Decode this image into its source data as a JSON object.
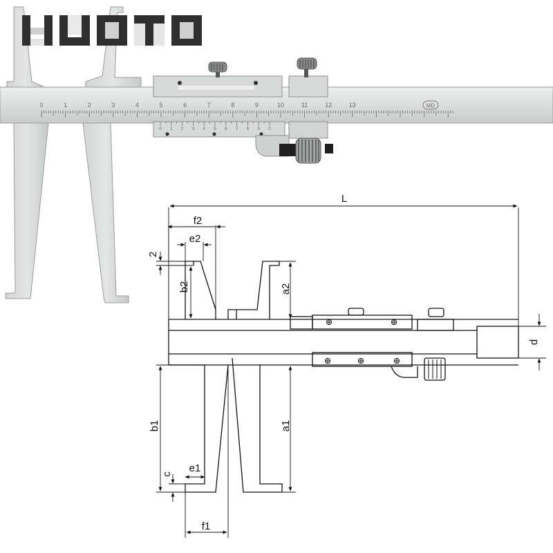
{
  "brand": {
    "logo_text": "HUOTO",
    "colors": {
      "logo_dark": "#2e2e2e",
      "logo_light": "#cfcfcf"
    }
  },
  "photo": {
    "main_scale_numbers": [
      "0",
      "1",
      "2",
      "3",
      "4",
      "5",
      "6",
      "7",
      "8",
      "9",
      "10",
      "11",
      "12",
      "13"
    ],
    "vernier_numbers": [
      "0",
      "1",
      "2",
      "3",
      "4",
      "5",
      "6",
      "7",
      "8",
      "9",
      "0"
    ],
    "maker_mark": "MD",
    "colors": {
      "steel": "#dcdedd",
      "steel_edge": "#9a9c9b",
      "steel_dark": "#b7b9b8"
    }
  },
  "drawing": {
    "dimension_labels": {
      "L": "L",
      "d": "d",
      "f2": "f2",
      "e2": "e2",
      "two": "2",
      "b2": "b2",
      "a2": "a2",
      "b1": "b1",
      "a1": "a1",
      "c": "c",
      "e1": "e1",
      "f1": "f1"
    }
  }
}
